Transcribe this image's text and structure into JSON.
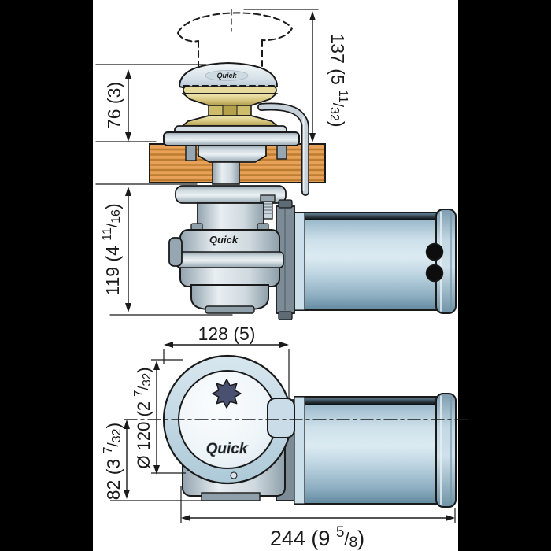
{
  "brand": {
    "name": "Quick"
  },
  "drawing": {
    "type": "windlass technical drawing, side elevation and bottom view",
    "units": "mm (inches)"
  },
  "dimensions": {
    "total_height": {
      "label": "137 (5 11/32)",
      "prefix": "137 (5 ",
      "frac_num": "11",
      "frac_slash": "/",
      "frac_den": "32",
      "suffix": ")"
    },
    "above_deck_height": {
      "label": "76 (3)"
    },
    "below_deck_height": {
      "label": "119 (4 11/16)",
      "prefix": "119 (4 ",
      "frac_num": "11",
      "frac_slash": "/",
      "frac_den": "16",
      "suffix": ")"
    },
    "housing_width": {
      "label": "128 (5)"
    },
    "drum_diameter": {
      "label": "Ø 120 (2 7/32)",
      "prefix": "Ø 120 (2 ",
      "frac_num": "7",
      "frac_slash": "/",
      "frac_den": "32",
      "suffix": ")"
    },
    "centerline_to_bottom": {
      "label": "82 (3 7/32)",
      "prefix": "82 (3 ",
      "frac_num": "7",
      "frac_slash": "/",
      "frac_den": "32",
      "suffix": ")"
    },
    "overall_length": {
      "label": "244 (9 5/8)",
      "prefix": "244 (9 ",
      "frac_num": "5",
      "frac_slash": "/",
      "frac_den": "8",
      "suffix": ")"
    }
  },
  "colors": {
    "frame_background": "#000000",
    "paper": "#ffffff",
    "line_black": "#1a1a1a",
    "motor_blue": "#a9c7d8",
    "deck_wood": "#e8a159",
    "deck_wood_grain": "#bd7d30",
    "gypsy_brass": "#d9cc84",
    "metal_gray": "#c9d3da",
    "drive_star_slate": "#4a5170"
  }
}
